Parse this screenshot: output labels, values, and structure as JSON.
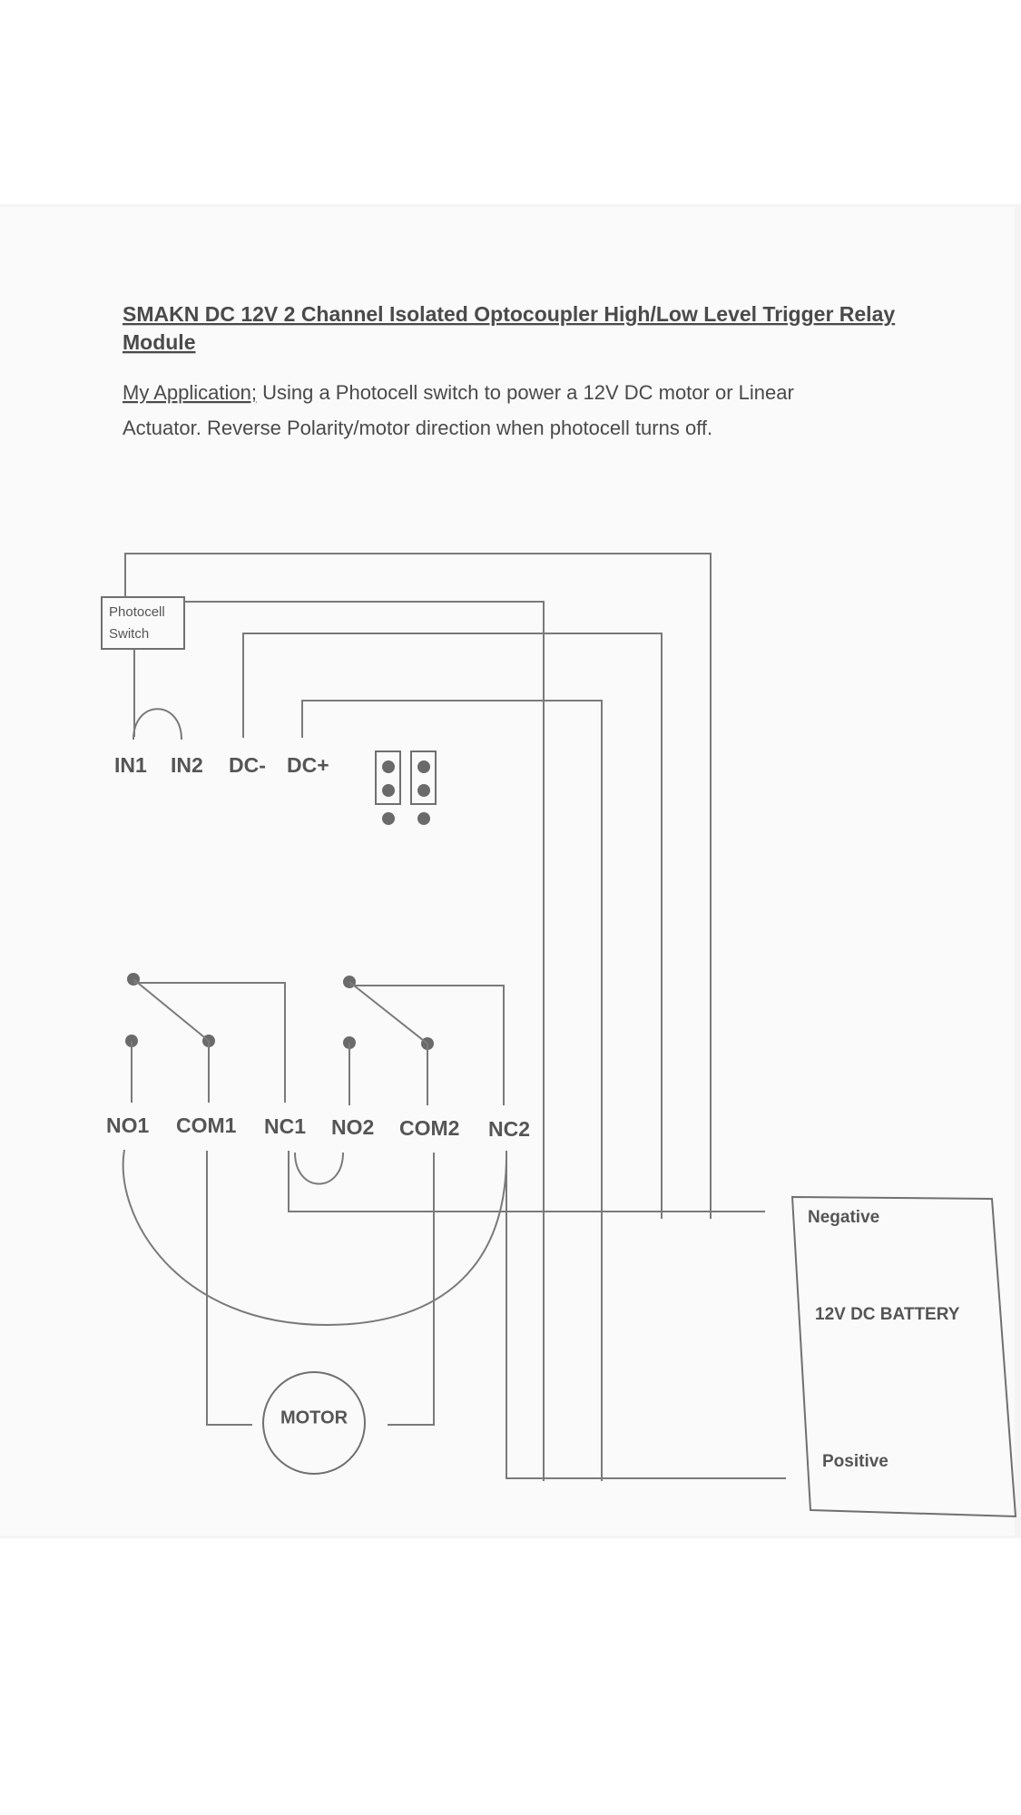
{
  "document": {
    "title_line1": "SMAKN DC 12V 2 Channel Isolated Optocoupler High/Low Level Trigger Relay",
    "title_line2": "Module",
    "application_label": "My Application;",
    "application_line1": " Using a Photocell switch to power a 12V DC motor or Linear",
    "application_line2": "Actuator. Reverse Polarity/motor direction when photocell turns off."
  },
  "diagram": {
    "photocell_line1": "Photocell",
    "photocell_line2": "Switch",
    "input_terminals": [
      "IN1",
      "IN2",
      "DC-",
      "DC+"
    ],
    "relay_terminals": [
      "NO1",
      "COM1",
      "NC1",
      "NO2",
      "COM2",
      "NC2"
    ],
    "motor_label": "MOTOR",
    "battery": {
      "negative": "Negative",
      "label": "12V DC BATTERY",
      "positive": "Positive"
    }
  }
}
